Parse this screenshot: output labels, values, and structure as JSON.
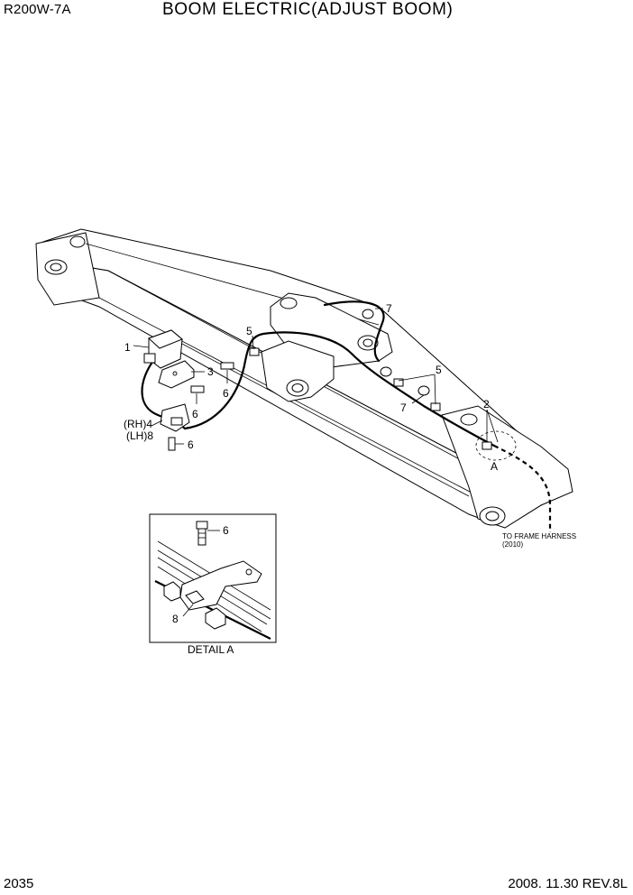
{
  "header": {
    "model": "R200W-7A",
    "title": "BOOM ELECTRIC(ADJUST BOOM)"
  },
  "footer": {
    "page": "2035",
    "revision": "2008. 11.30  REV.8L"
  },
  "callouts": {
    "c1": "1",
    "c2": "2",
    "c3": "3",
    "c5a": "5",
    "c5b": "5",
    "c6a": "6",
    "c6b": "6",
    "c6c": "6",
    "c7a": "7",
    "c7b": "7",
    "rh4": "(RH)4",
    "lh8": "(LH)8",
    "detail_ref": "A"
  },
  "harness_note": {
    "line1": "TO FRAME HARNESS",
    "line2": "(2010)"
  },
  "detail": {
    "label": "DETAIL A",
    "c6": "6",
    "c8": "8"
  }
}
